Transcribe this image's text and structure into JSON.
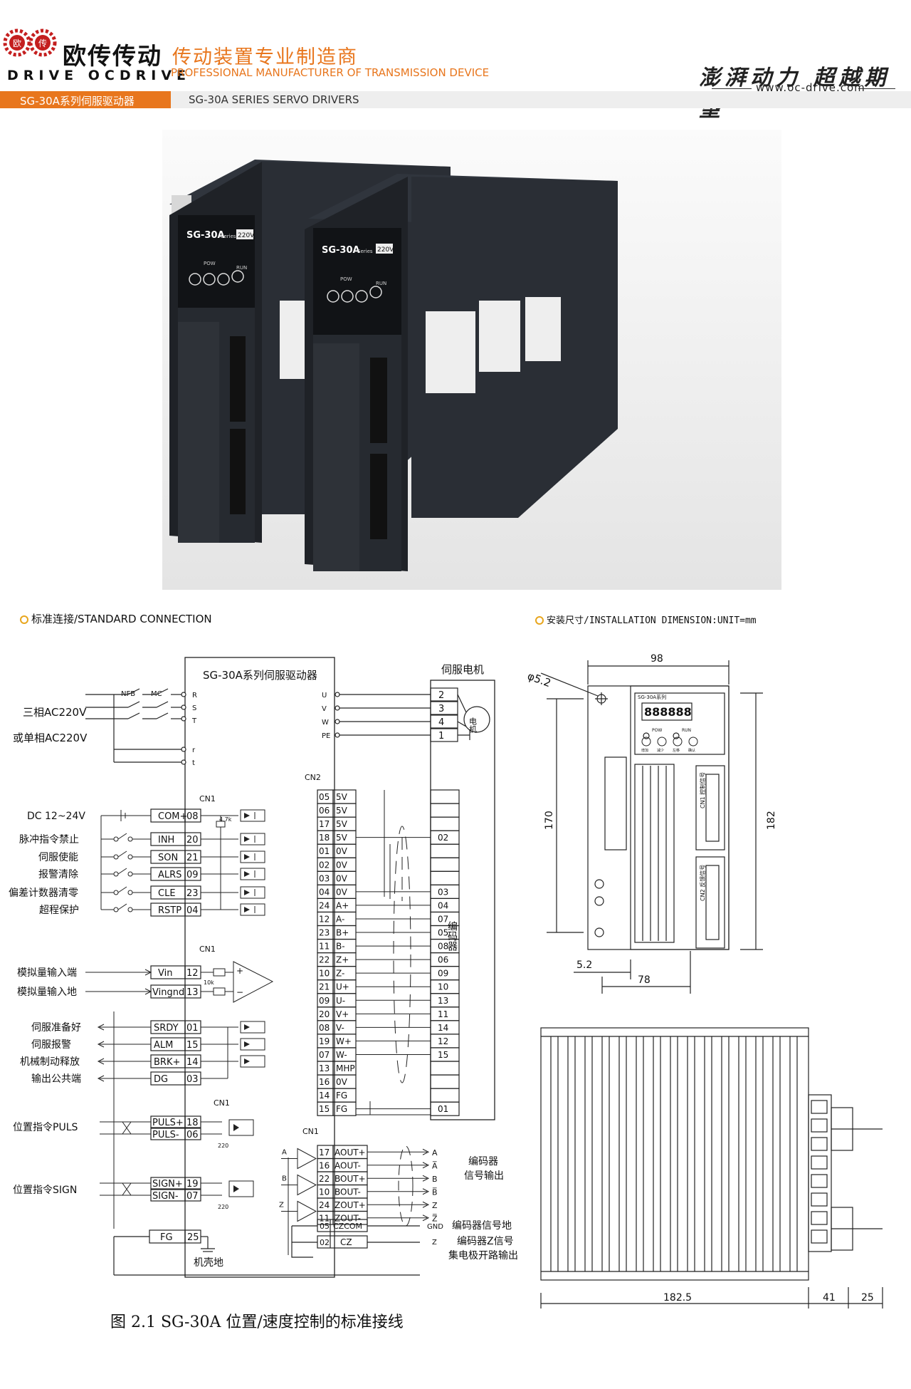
{
  "header": {
    "logo_badge_left": "欧",
    "logo_badge_right": "传",
    "brand_cn": "欧传传动",
    "brand_en": "DRIVE OCDRIVE",
    "tagline_cn": "传动装置专业制造商",
    "tagline_en": "PROFESSIONAL MANUFACTURER OF TRANSMISSION DEVICE",
    "slogan": "澎湃动力 超越期望",
    "website": "www.oc-drive.com"
  },
  "band": {
    "tab_cn": "SG-30A系列伺服驱动器",
    "title_en": "SG-30A SERIES SERVO DRIVERS"
  },
  "photo": {
    "model": "SG-30A",
    "series": "Series",
    "voltage": "220V",
    "pow": "POW",
    "run": "RUN"
  },
  "sections": {
    "left": "标准连接/STANDARD CONNECTION",
    "right": "安装尺寸/INSTALLATION DIMENSION:UNIT=mm"
  },
  "wiring": {
    "driver_title": "SG-30A系列伺服驱动器",
    "motor_title": "伺服电机",
    "motor_label": "电机",
    "nfb": "NFB",
    "mc": "MC",
    "power_3ph": "三相AC220V",
    "power_1ph": "或单相AC220V",
    "power_terms": [
      "R",
      "S",
      "T",
      "r",
      "t"
    ],
    "motor_terms": [
      "U",
      "V",
      "W",
      "PE"
    ],
    "motor_pins": [
      "2",
      "3",
      "4",
      "1"
    ],
    "cn1": "CN1",
    "cn2": "CN2",
    "dc": "DC 12~24V",
    "resistor_47k": "4.7k",
    "resistor_10k": "10k",
    "resistor_220": "220",
    "inputs": [
      {
        "label": "",
        "name": "COM+",
        "pin": "08"
      },
      {
        "label": "脉冲指令禁止",
        "name": "INH",
        "pin": "20"
      },
      {
        "label": "伺服使能",
        "name": "SON",
        "pin": "21"
      },
      {
        "label": "报警清除",
        "name": "ALRS",
        "pin": "09"
      },
      {
        "label": "偏差计数器清零",
        "name": "CLE",
        "pin": "23"
      },
      {
        "label": "超程保护",
        "name": "RSTP",
        "pin": "04"
      }
    ],
    "analog": [
      {
        "label": "模拟量输入端",
        "name": "Vin",
        "pin": "12"
      },
      {
        "label": "模拟量输入地",
        "name": "Vingnd",
        "pin": "13"
      }
    ],
    "outputs": [
      {
        "label": "伺服准备好",
        "name": "SRDY",
        "pin": "01"
      },
      {
        "label": "伺服报警",
        "name": "ALM",
        "pin": "15"
      },
      {
        "label": "机械制动释放",
        "name": "BRK+",
        "pin": "14"
      },
      {
        "label": "输出公共端",
        "name": "DG",
        "pin": "03"
      }
    ],
    "puls_label": "位置指令PULS",
    "puls": [
      {
        "name": "PULS+",
        "pin": "18"
      },
      {
        "name": "PULS-",
        "pin": "06"
      }
    ],
    "sign_label": "位置指令SIGN",
    "sign": [
      {
        "name": "SIGN+",
        "pin": "19"
      },
      {
        "name": "SIGN-",
        "pin": "07"
      }
    ],
    "fg": {
      "name": "FG",
      "pin": "25",
      "label": "机壳地"
    },
    "cn2_pins": [
      {
        "pin": "05",
        "name": "5V",
        "enc": ""
      },
      {
        "pin": "06",
        "name": "5V",
        "enc": ""
      },
      {
        "pin": "17",
        "name": "5V",
        "enc": ""
      },
      {
        "pin": "18",
        "name": "5V",
        "enc": "02"
      },
      {
        "pin": "01",
        "name": "0V",
        "enc": ""
      },
      {
        "pin": "02",
        "name": "0V",
        "enc": ""
      },
      {
        "pin": "03",
        "name": "0V",
        "enc": ""
      },
      {
        "pin": "04",
        "name": "0V",
        "enc": "03"
      },
      {
        "pin": "24",
        "name": "A+",
        "enc": "04"
      },
      {
        "pin": "12",
        "name": "A-",
        "enc": "07"
      },
      {
        "pin": "23",
        "name": "B+",
        "enc": "05"
      },
      {
        "pin": "11",
        "name": "B-",
        "enc": "08"
      },
      {
        "pin": "22",
        "name": "Z+",
        "enc": "06"
      },
      {
        "pin": "10",
        "name": "Z-",
        "enc": "09"
      },
      {
        "pin": "21",
        "name": "U+",
        "enc": "10"
      },
      {
        "pin": "09",
        "name": "U-",
        "enc": "13"
      },
      {
        "pin": "20",
        "name": "V+",
        "enc": "11"
      },
      {
        "pin": "08",
        "name": "V-",
        "enc": "14"
      },
      {
        "pin": "19",
        "name": "W+",
        "enc": "12"
      },
      {
        "pin": "07",
        "name": "W-",
        "enc": "15"
      },
      {
        "pin": "13",
        "name": "MHP",
        "enc": ""
      },
      {
        "pin": "16",
        "name": "0V",
        "enc": ""
      },
      {
        "pin": "14",
        "name": "FG",
        "enc": ""
      },
      {
        "pin": "15",
        "name": "FG",
        "enc": "01"
      }
    ],
    "encoder_label": "编码器",
    "enc_out": [
      {
        "pin": "17",
        "name": "AOUT+",
        "sig": "A"
      },
      {
        "pin": "16",
        "name": "AOUT-",
        "sig": "A̅"
      },
      {
        "pin": "22",
        "name": "BOUT+",
        "sig": "B"
      },
      {
        "pin": "10",
        "name": "BOUT-",
        "sig": "B̅"
      },
      {
        "pin": "24",
        "name": "ZOUT+",
        "sig": "Z"
      },
      {
        "pin": "11",
        "name": "ZOUT-",
        "sig": "Z̅"
      }
    ],
    "drv_letters": [
      "A",
      "B",
      "Z"
    ],
    "enc_signal_out": "编码器\n信号输出",
    "czcom": {
      "pin": "05",
      "name": "CZCOM"
    },
    "cz": {
      "pin": "02",
      "name": "CZ"
    },
    "gnd": "GND",
    "z": "Z",
    "enc_gnd_label": "编码器信号地",
    "enc_z_label_1": "编码器Z信号",
    "enc_z_label_2": "集电极开路输出",
    "caption": "图 2.1 SG-30A  位置/速度控制的标准接线"
  },
  "dimension": {
    "hole": "φ5.2",
    "width_top": "98",
    "height_outer": "182",
    "height_inner": "170",
    "offset_bottom": "5.2",
    "width_bottom": "78",
    "depth": "182.5",
    "depth_a": "41",
    "depth_b": "25",
    "panel_model": "SG-30A系列",
    "display": "888888",
    "pow": "POW",
    "run": "RUN",
    "buttons": [
      "增加",
      "减少",
      "左移",
      "确认"
    ],
    "cn1": "CN1 控制信号",
    "cn2": "CN2 反馈信号"
  }
}
